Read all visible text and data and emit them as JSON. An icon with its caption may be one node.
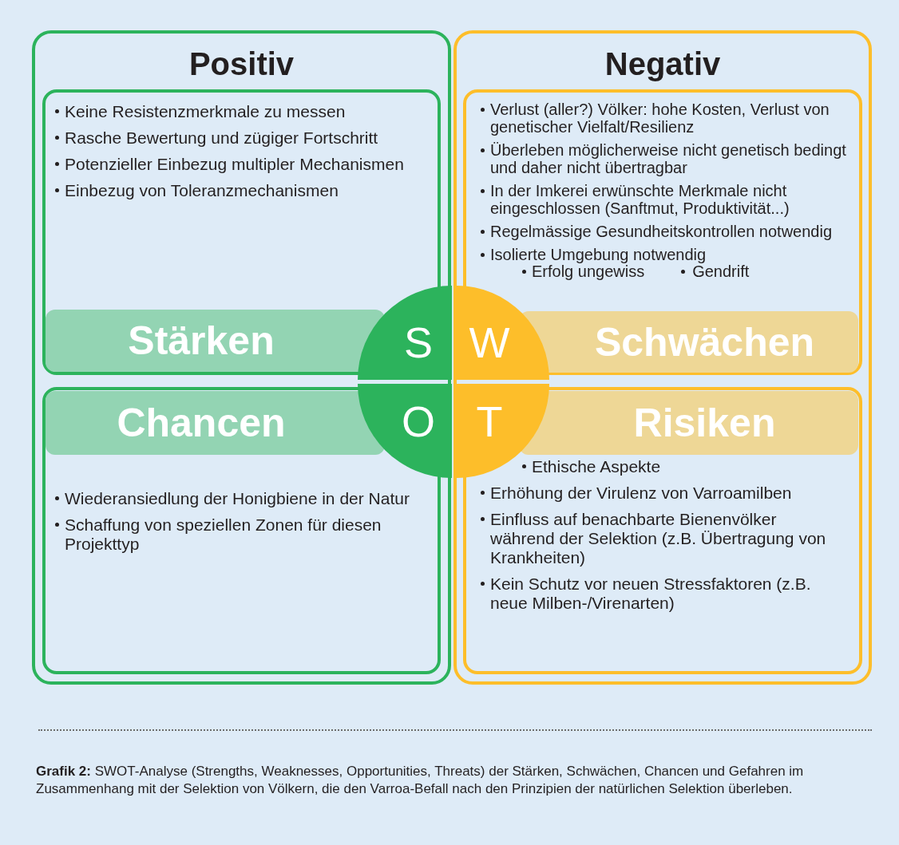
{
  "diagram": {
    "nodes": [
      {
        "text": [
          "Positiv"
        ]
      },
      {
        "text": [
          "Keine Resistenzmerkmale zu messen",
          "Rasche Bewertung und zügiger Fortschritt",
          "Potenzieller Einbezug multipler Mechanismen",
          "Einbezug von Toleranzmechanismen"
        ],
        "in": 0
      },
      {
        "text": [
          "Stärken"
        ],
        "in": 1
      },
      {
        "text": [
          "Chancen"
        ],
        "in": 4
      },
      {
        "text": [
          "Wiederansiedlung der Honigbiene in der Natur",
          "Schaffung von speziellen Zonen für diesen Projekttyp"
        ],
        "in": 0
      },
      {
        "text": [
          "Negativ"
        ]
      },
      {
        "text": [
          "Verlust (aller?) Völker: hohe Kosten, Verlust von genetischer Vielfalt/Resilienz",
          "Überleben möglicherweise nicht genetisch bedingt und daher nicht übertragbar",
          "In der Imkerei erwünschte Merkmale nicht eingeschlossen (Sanftmut, Produktivität...)",
          "Regelmässige Gesundheitskontrollen notwendig",
          "Isolierte Umgebung notwendig",
          "Erfolg ungewiss",
          "Gendrift"
        ],
        "in": 5
      },
      {
        "text": [
          "Schwächen"
        ],
        "in": 6
      },
      {
        "text": [
          "Risiken"
        ],
        "in": 9
      },
      {
        "text": [
          "Ethische Aspekte",
          "Erhöhung der Virulenz von Varroamilben",
          "Einfluss auf benachbarte Bienenvölker während der Selektion (z.B. Übertragung von Krankheiten)",
          "Kein Schutz vor neuen Stressfaktoren (z.B. neue Milben-/Virenarten)"
        ],
        "in": 5
      },
      {
        "text": [
          "S"
        ],
        "in": 0
      },
      {
        "text": [
          "W"
        ],
        "in": 5
      },
      {
        "text": [
          "O"
        ],
        "in": 0
      },
      {
        "text": [
          "T"
        ],
        "in": 5
      }
    ],
    "caption": "**Grafik 2:** SWOT-Analyse (Strengths, Weaknesses, Opportunities, Threats) der Stärken, Schwächen, Chancen und Gefahren im Zusammenhang mit der Selektion von Völkern, die den Varroa-Befall nach den Prinzipien der natürlichen Selektion überleben."
  }
}
